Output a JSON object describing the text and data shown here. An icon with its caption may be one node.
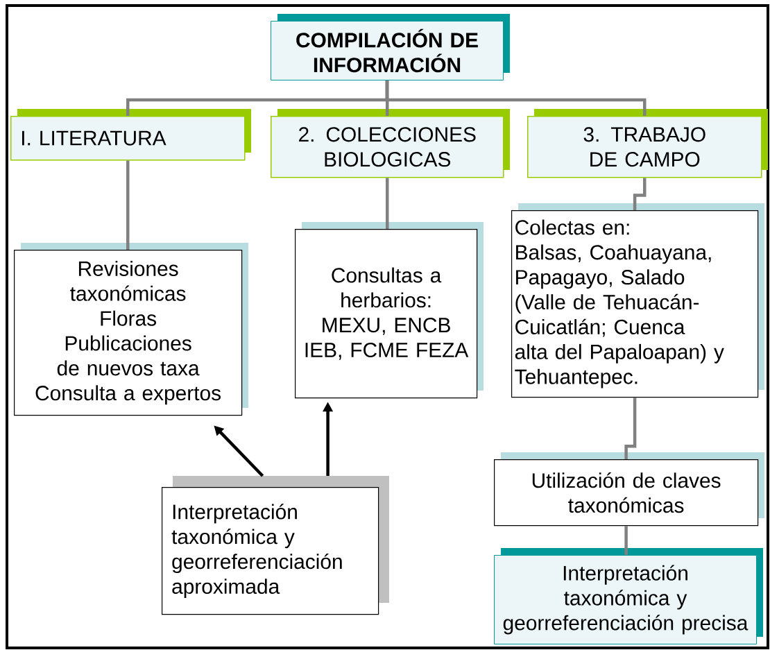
{
  "diagram": {
    "nodes": [
      {
        "text": [
          "COMPILACIÓN DE INFORMACIÓN"
        ]
      },
      {
        "text": [
          "I. LITERATURA"
        ]
      },
      {
        "text": [
          "2. COLECCIONES BIOLOGICAS"
        ]
      },
      {
        "text": [
          "3. TRABAJO DE CAMPO"
        ]
      },
      {
        "text": [
          "Revisiones taxonómicas",
          "Floras",
          "Publicaciones de nuevos taxa",
          "Consulta a expertos"
        ]
      },
      {
        "text": [
          "Consultas a herbarios:",
          "MEXU, ENCB IEB, FCME FEZA"
        ]
      },
      {
        "text": [
          "Colectas en:",
          "Balsas, Coahuayana, Papagayo, Salado (Valle de Tehuacán-Cuicatlán; Cuenca alta del Papaloapan) y Tehuantepec."
        ]
      },
      {
        "text": [
          "Interpretación taxonómica y georreferenciación aproximada"
        ]
      },
      {
        "text": [
          "Utilización de claves taxonómicas"
        ]
      },
      {
        "text": [
          "Interpretación taxonómica y georreferenciación precisa"
        ]
      }
    ],
    "edges": [
      {
        "from": 0,
        "to": 1,
        "arrow": "none"
      },
      {
        "from": 0,
        "to": 2,
        "arrow": "none"
      },
      {
        "from": 0,
        "to": 3,
        "arrow": "none"
      },
      {
        "from": 1,
        "to": 4,
        "arrow": "none"
      },
      {
        "from": 2,
        "to": 5,
        "arrow": "none"
      },
      {
        "from": 3,
        "to": 6,
        "arrow": "none"
      },
      {
        "from": 6,
        "to": 8,
        "arrow": "none"
      },
      {
        "from": 8,
        "to": 9,
        "arrow": "none"
      },
      {
        "from": 7,
        "to": 4,
        "arrow": "to",
        "color": "#000000"
      },
      {
        "from": 7,
        "to": 5,
        "arrow": "to",
        "color": "#000000"
      }
    ]
  }
}
